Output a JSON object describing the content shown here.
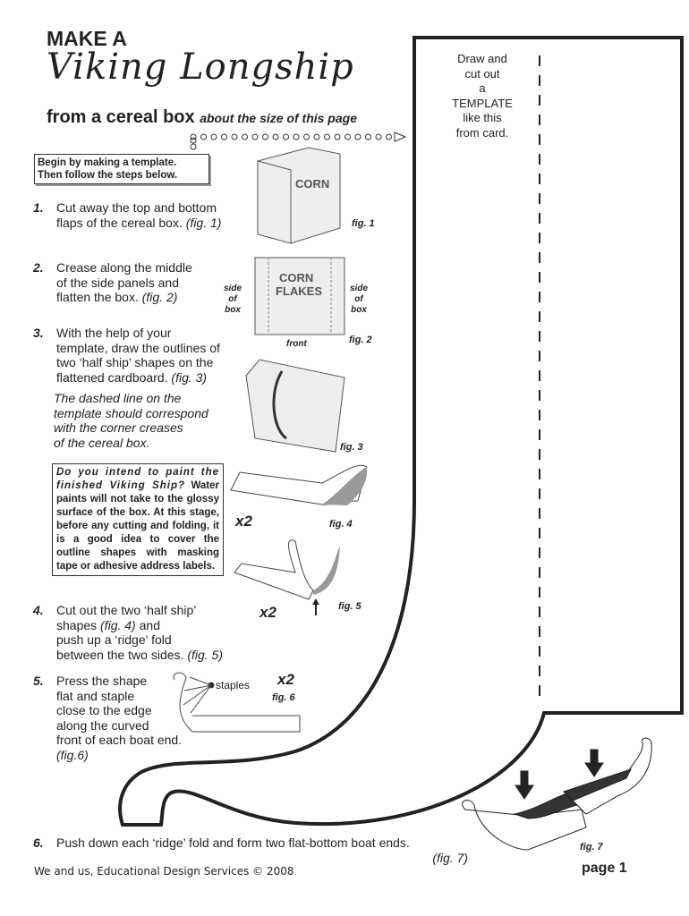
{
  "header": {
    "line1": "MAKE A",
    "line2": "Viking Longship",
    "line3": "from a cereal box",
    "line3_note": "about the size of this page"
  },
  "intro_box": {
    "line1": "Begin by making a template.",
    "line2": "Then follow the steps below."
  },
  "template_label": [
    "Draw and",
    "cut out",
    "a",
    "TEMPLATE",
    "like this",
    "from card."
  ],
  "steps": [
    {
      "num": "1.",
      "lines": [
        "Cut away the top and bottom",
        "flaps of the cereal box."
      ],
      "ref": "(fig. 1)"
    },
    {
      "num": "2.",
      "lines": [
        "Crease along the middle",
        "of the side panels and",
        "flatten the box."
      ],
      "ref": "(fig. 2)"
    },
    {
      "num": "3.",
      "lines": [
        "With the help of your",
        "template, draw the outlines of",
        "two ‘half ship’ shapes on the",
        "flattened cardboard."
      ],
      "ref": "(fig. 3)"
    },
    {
      "num": "4.",
      "lines": [
        "Cut out the two ‘half ship’",
        "shapes",
        "and",
        "push up a ‘ridge’ fold",
        "between the two sides."
      ],
      "ref": "(fig. 4)",
      "ref2": "(fig. 5)"
    },
    {
      "num": "5.",
      "lines": [
        "Press the shape",
        "flat and staple",
        "close to the edge",
        "along the curved",
        "front of each boat end."
      ],
      "ref": "(fig.6)"
    },
    {
      "num": "6.",
      "lines": [
        "Push down each ‘ridge’ fold and form two flat-bottom boat ends."
      ],
      "ref": "(fig. 7)"
    }
  ],
  "dashed_note": [
    "The dashed line on the",
    "template should correspond",
    "with the corner creases",
    "of the cereal box."
  ],
  "paint_note": {
    "question": "Do you intend to paint the finished Viking Ship?",
    "body": "Water paints will not take to the glossy surface of the box. At this stage, before any cutting and folding, it is a good idea to cover the outline shapes with masking tape or adhesive address labels."
  },
  "figures": {
    "fig1": "fig. 1",
    "fig2": "fig. 2",
    "fig3": "fig. 3",
    "fig4": "fig. 4",
    "fig5": "fig. 5",
    "fig6": "fig. 6",
    "fig7": "fig. 7",
    "side_of_box": [
      "side",
      "of",
      "box"
    ],
    "front": "front",
    "x2": "x2",
    "staples": "staples",
    "box_brand": [
      "CORN",
      "FLAKES"
    ]
  },
  "footer": {
    "credit": "We and us, Educational Design Services © 2008",
    "page": "page 1"
  }
}
